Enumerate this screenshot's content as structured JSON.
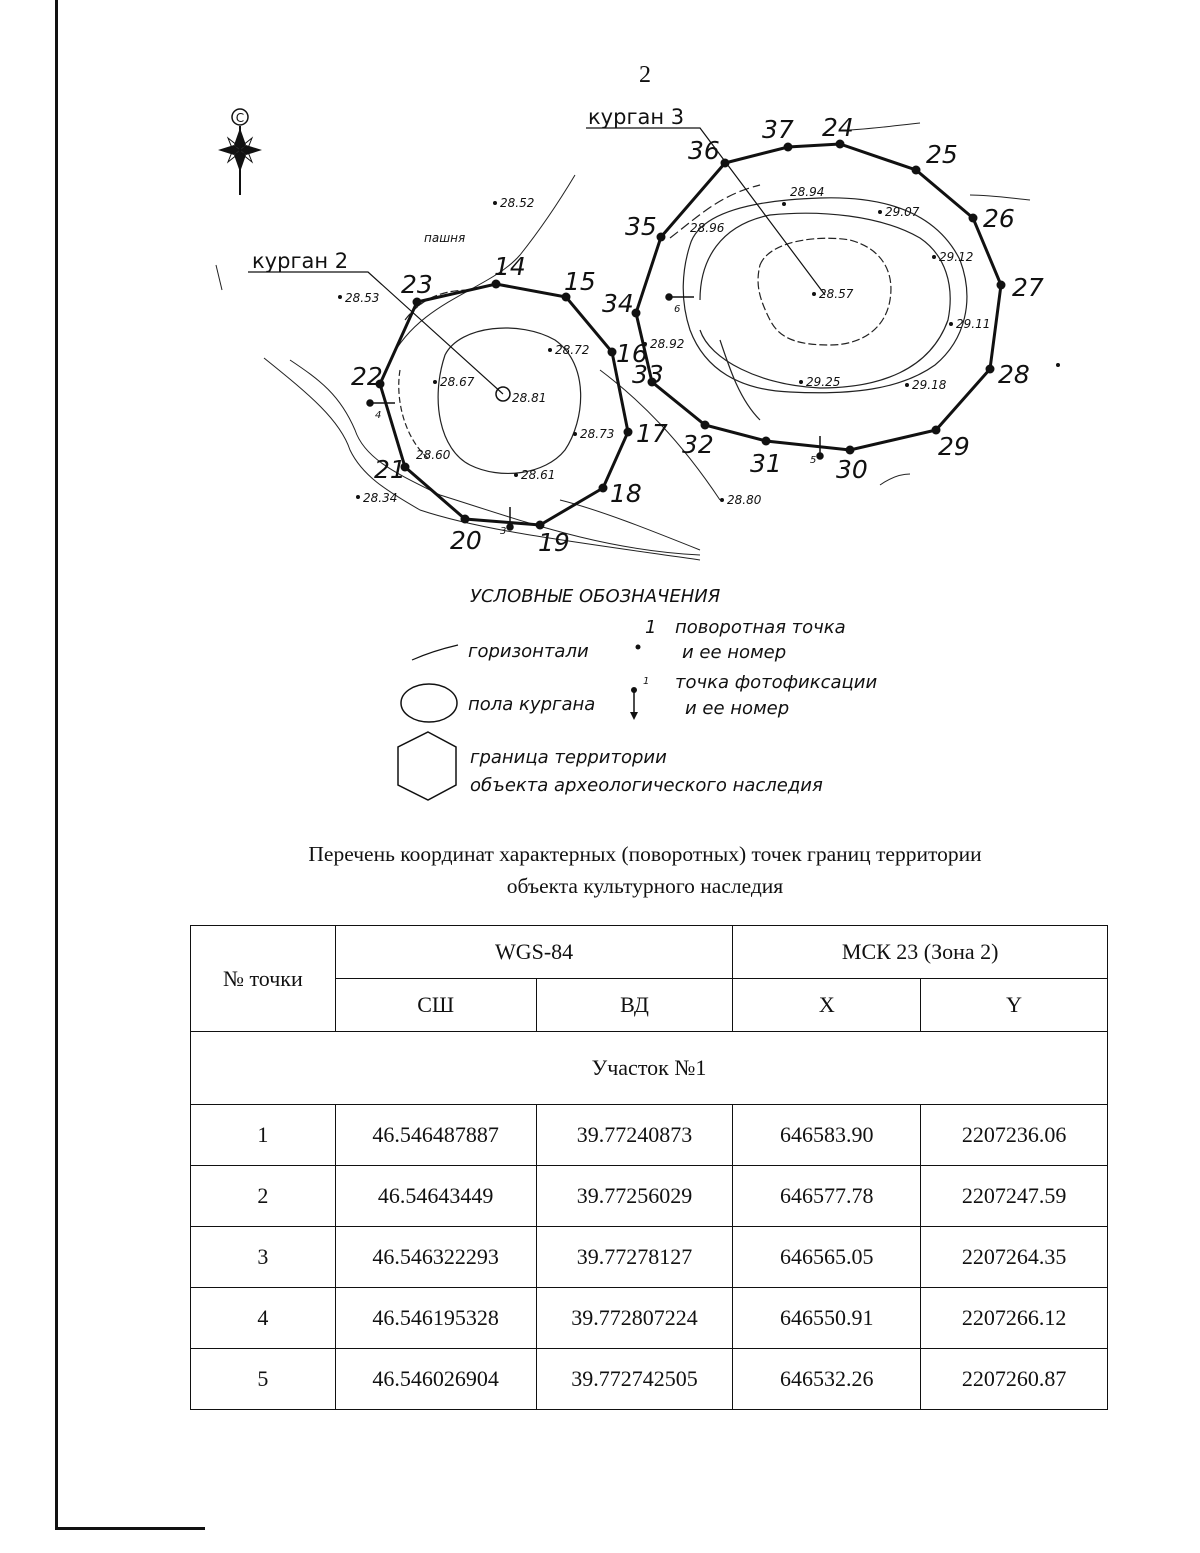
{
  "page_number": "2",
  "map": {
    "north_letter": "С",
    "kurgan2_label": "курган 2",
    "kurgan3_label": "курган 3",
    "field_label": "пашня",
    "points": [
      {
        "id": "14"
      },
      {
        "id": "15"
      },
      {
        "id": "16"
      },
      {
        "id": "17"
      },
      {
        "id": "18"
      },
      {
        "id": "19"
      },
      {
        "id": "20"
      },
      {
        "id": "21"
      },
      {
        "id": "22"
      },
      {
        "id": "23"
      },
      {
        "id": "24"
      },
      {
        "id": "25"
      },
      {
        "id": "26"
      },
      {
        "id": "27"
      },
      {
        "id": "28"
      },
      {
        "id": "29"
      },
      {
        "id": "30"
      },
      {
        "id": "31"
      },
      {
        "id": "32"
      },
      {
        "id": "33"
      },
      {
        "id": "34"
      },
      {
        "id": "35"
      },
      {
        "id": "36"
      },
      {
        "id": "37"
      }
    ],
    "elevations": [
      "28.52",
      "28.53",
      "28.67",
      "28.81",
      "28.72",
      "28.73",
      "28.60",
      "28.61",
      "28.34",
      "28.94",
      "29.07",
      "28.96",
      "29.12",
      "28.57",
      "29.11",
      "28.92",
      "29.25",
      "29.18",
      "28.80"
    ],
    "photo_points": [
      "6",
      "4",
      "3",
      "5"
    ]
  },
  "legend": {
    "title": "УСЛОВНЫЕ ОБОЗНАЧЕНИЯ",
    "contours": "горизонтали",
    "turn_point_number": "1",
    "turn_point_line1": "поворотная точка",
    "turn_point_line2": "и ее номер",
    "photo_point_number": "1",
    "photo_point_line1": "точка фотофиксации",
    "photo_point_line2": "и ее номер",
    "kurgan_floor": "пола кургана",
    "boundary_line1": "граница территории",
    "boundary_line2": "объекта археологического наследия"
  },
  "table_title_line1": "Перечень координат характерных (поворотных) точек границ территории",
  "table_title_line2": "объекта культурного наследия",
  "table": {
    "col_point": "№ точки",
    "col_wgs": "WGS-84",
    "col_msk": "МСК 23 (Зона 2)",
    "col_lat": "СШ",
    "col_lon": "ВД",
    "col_x": "X",
    "col_y": "Y",
    "section": "Участок №1",
    "rows": [
      {
        "n": "1",
        "lat": "46.546487887",
        "lon": "39.77240873",
        "x": "646583.90",
        "y": "2207236.06"
      },
      {
        "n": "2",
        "lat": "46.54643449",
        "lon": "39.77256029",
        "x": "646577.78",
        "y": "2207247.59"
      },
      {
        "n": "3",
        "lat": "46.546322293",
        "lon": "39.77278127",
        "x": "646565.05",
        "y": "2207264.35"
      },
      {
        "n": "4",
        "lat": "46.546195328",
        "lon": "39.772807224",
        "x": "646550.91",
        "y": "2207266.12"
      },
      {
        "n": "5",
        "lat": "46.546026904",
        "lon": "39.772742505",
        "x": "646532.26",
        "y": "2207260.87"
      }
    ]
  }
}
